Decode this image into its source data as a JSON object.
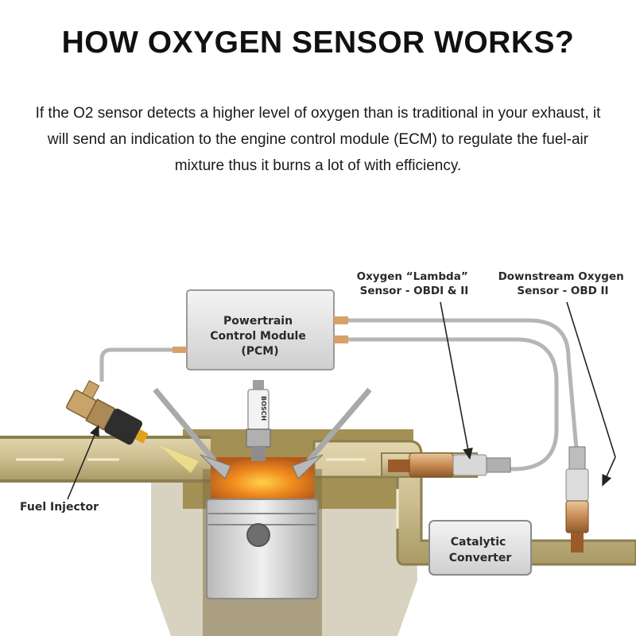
{
  "header": {
    "title": "HOW OXYGEN SENSOR WORKS?",
    "description": "If the O2 sensor detects a higher level of oxygen than is traditional in your exhaust, it will send an indication to the engine control module (ECM) to regulate the fuel-air mixture thus it burns a lot of with efficiency."
  },
  "diagram": {
    "pcm": [
      "Powertrain",
      "Control Module",
      "(PCM)"
    ],
    "upstream_sensor": [
      "Oxygen “Lambda”",
      "Sensor - OBDI & II"
    ],
    "downstream_sensor": [
      "Downstream Oxygen",
      "Sensor - OBD II"
    ],
    "catalytic": [
      "Catalytic",
      "Converter"
    ],
    "fuel_injector": "Fuel Injector",
    "plug_brand": "BOSCH"
  },
  "colors": {
    "pipe": "#cdbf94",
    "engine": "#9b8a56",
    "box": "#e6e6e6",
    "combustion": "#f08a1e",
    "wire": "#b8b8b8"
  }
}
